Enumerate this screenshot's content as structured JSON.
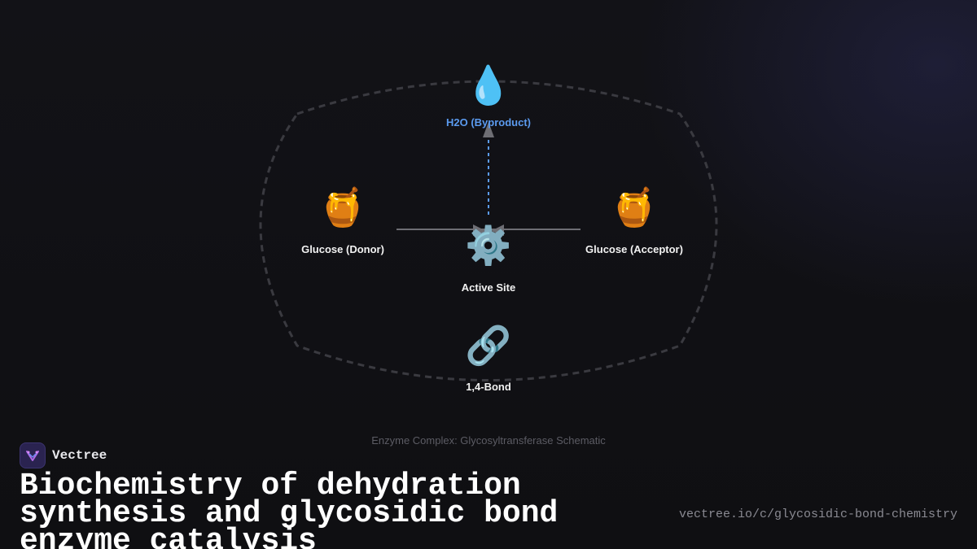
{
  "diagram": {
    "caption": "Enzyme Complex: Glycosyltransferase Schematic",
    "nodes": {
      "byproduct": {
        "icon": "💧",
        "icon_name": "water-drop-icon",
        "label": "H2O (Byproduct)"
      },
      "donor": {
        "icon": "🍯",
        "icon_name": "honey-pot-icon",
        "label": "Glucose (Donor)"
      },
      "acceptor": {
        "icon": "🍯",
        "icon_name": "honey-pot-icon",
        "label": "Glucose (Acceptor)"
      },
      "active_site": {
        "icon": "⚙️",
        "icon_name": "gear-icon",
        "label": "Active Site"
      },
      "bond": {
        "icon": "🔗",
        "icon_name": "link-icon",
        "label": "1,4-Bond"
      }
    },
    "colors": {
      "byproduct_label": "#5b9bf0",
      "byproduct_edge": "#5b9bf0",
      "edge": "#6e6e74",
      "boundary": "#3a3a40"
    }
  },
  "branding": {
    "name": "Vectree",
    "title": "Biochemistry of dehydration synthesis and glycosidic bond enzyme catalysis",
    "url": "vectree.io/c/glycosidic-bond-chemistry"
  }
}
